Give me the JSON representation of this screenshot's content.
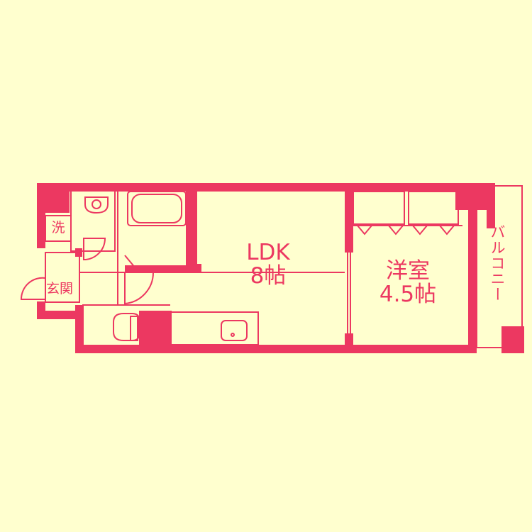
{
  "colors": {
    "background": "#ffffcf",
    "wall": "#ec3861",
    "line": "#ec3861"
  },
  "rooms": {
    "ldk": {
      "name": "LDK",
      "size": "8帖"
    },
    "western": {
      "name": "洋室",
      "size": "4.5帖"
    },
    "entrance": {
      "name": "玄関"
    },
    "laundry": {
      "name": "洗"
    },
    "balcony": {
      "name": "バルコニー"
    }
  }
}
